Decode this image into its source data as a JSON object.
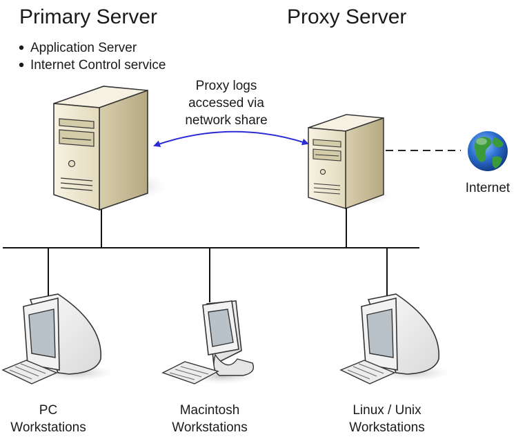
{
  "primary_server": {
    "title": "Primary Server",
    "services": [
      "Application Server",
      "Internet Control service"
    ]
  },
  "proxy_server": {
    "title": "Proxy Server"
  },
  "connection": {
    "label_lines": [
      "Proxy logs",
      "accessed via",
      "network share"
    ]
  },
  "internet": {
    "label": "Internet"
  },
  "workstations": [
    {
      "label_lines": [
        "PC",
        "Workstations"
      ]
    },
    {
      "label_lines": [
        "Macintosh",
        "Workstations"
      ]
    },
    {
      "label_lines": [
        "Linux / Unix",
        "Workstations"
      ]
    }
  ],
  "colors": {
    "arrow": "#2b2bd8",
    "case_front": "#ede6cf",
    "case_side": "#c9bf9d",
    "case_top": "#f6f1e2",
    "screen": "#b9c2c9",
    "line": "#111111",
    "globe_ocean": "#2d6fd1",
    "globe_land": "#3b9b3b"
  },
  "icons": [
    "server-tower-icon",
    "desktop-computer-icon",
    "globe-icon",
    "keyboard-icon"
  ]
}
